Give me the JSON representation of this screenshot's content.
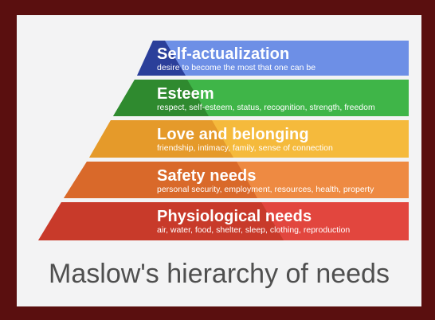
{
  "diagram": {
    "caption": "Maslow's hierarchy of needs",
    "tiers": [
      {
        "title": "Self-actualization",
        "description": "desire to become the most that one can be",
        "color": "#6d8fe6",
        "left_color": "#2b3f9a"
      },
      {
        "title": "Esteem",
        "description": "respect, self-esteem, status, recognition, strength, freedom",
        "color": "#3fb548",
        "left_color": "#2f8a2f"
      },
      {
        "title": "Love and belonging",
        "description": "friendship, intimacy, family, sense of connection",
        "color": "#f5ba3c",
        "left_color": "#e59a2a"
      },
      {
        "title": "Safety needs",
        "description": "personal security, employment, resources, health, property",
        "color": "#ee8a42",
        "left_color": "#d9692a"
      },
      {
        "title": "Physiological needs",
        "description": "air, water, food, shelter, sleep, clothing, reproduction",
        "color": "#e2463e",
        "left_color": "#c83a2a"
      }
    ]
  }
}
